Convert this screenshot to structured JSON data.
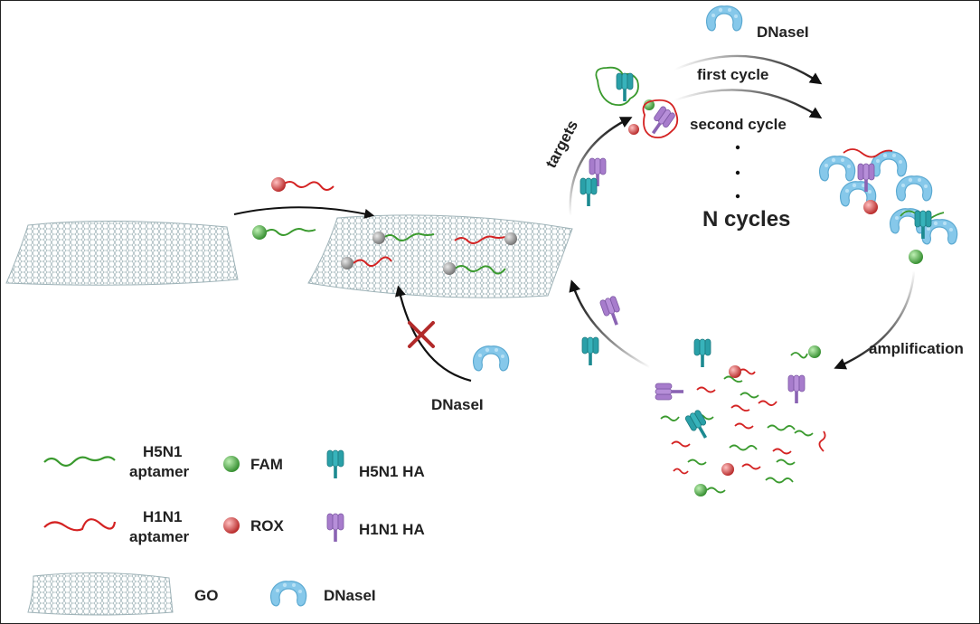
{
  "labels": {
    "dnase_top": "DNaseI",
    "first_cycle": "first cycle",
    "second_cycle": "second cycle",
    "targets": "targets",
    "n_cycles": "N cycles",
    "amplification": "amplification",
    "dnase_bottom": "DNaseI"
  },
  "legend": {
    "h5n1_aptamer_line1": "H5N1",
    "h5n1_aptamer_line2": "aptamer",
    "h1n1_aptamer_line1": "H1N1",
    "h1n1_aptamer_line2": "aptamer",
    "fam": "FAM",
    "rox": "ROX",
    "h5n1_ha": "H5N1 HA",
    "h1n1_ha": "H1N1 HA",
    "go": "GO",
    "dnase": "DNaseI"
  },
  "colors": {
    "h5n1_aptamer": "#3a9a2e",
    "h1n1_aptamer": "#d42222",
    "fam": "#4cb046",
    "rox": "#de4a4a",
    "h5n1_ha": "#2aa0a8",
    "h1n1_ha": "#a77ccc",
    "dnase": "#86c8ea",
    "go_sheet": "#a9bfc4",
    "quenched_dye": "#9a9a9a",
    "inhibit_x": "#b22a2a"
  }
}
